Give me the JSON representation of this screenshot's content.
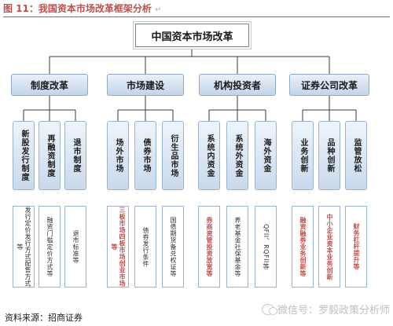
{
  "figure": {
    "title": "图 11：我国资本市场改革框架分析",
    "mark": "↵"
  },
  "root": {
    "label": "中国资本市场改革"
  },
  "categories": [
    {
      "label": "制度改革",
      "subs": [
        {
          "label": "新股发行制度",
          "detail": "发行定价发行方式配售方式等",
          "highlight": false
        },
        {
          "label": "再融资制度",
          "detail": "融资门槛定价方式等",
          "highlight": false
        },
        {
          "label": "退市制度",
          "detail": "退市标准等",
          "highlight": false
        }
      ]
    },
    {
      "label": "市场建设",
      "subs": [
        {
          "label": "场外市场",
          "detail": "三板市场四板市场创业市场等",
          "highlight": true
        },
        {
          "label": "债券市场",
          "detail": "债券发行条件",
          "highlight": false
        },
        {
          "label": "衍生品市场",
          "detail": "国债期货备兑权证等",
          "highlight": false
        }
      ]
    },
    {
      "label": "机构投资者",
      "subs": [
        {
          "label": "系统内资金",
          "detail": "券商资管投资放宽等",
          "highlight": true
        },
        {
          "label": "系统外资金",
          "detail": "养老基金社保基金等",
          "highlight": false
        },
        {
          "label": "海外资金",
          "detail": "QFII、RQFII等",
          "highlight": false
        }
      ]
    },
    {
      "label": "证券公司改革",
      "subs": [
        {
          "label": "业务创新",
          "detail": "融资融券业务创新等",
          "highlight": true
        },
        {
          "label": "品种创新",
          "detail": "中小企业资本业务创新",
          "highlight": true
        },
        {
          "label": "监管放松",
          "detail": "财务杠杆提升等",
          "highlight": true
        }
      ]
    }
  ],
  "footer": {
    "source": "资料来源：招商证券"
  },
  "watermark": {
    "text": "微信号：罗毅政策分析师"
  },
  "colors": {
    "title": "#c0504d",
    "highlight": "#c0504d",
    "connector": "#3a3a3a"
  }
}
